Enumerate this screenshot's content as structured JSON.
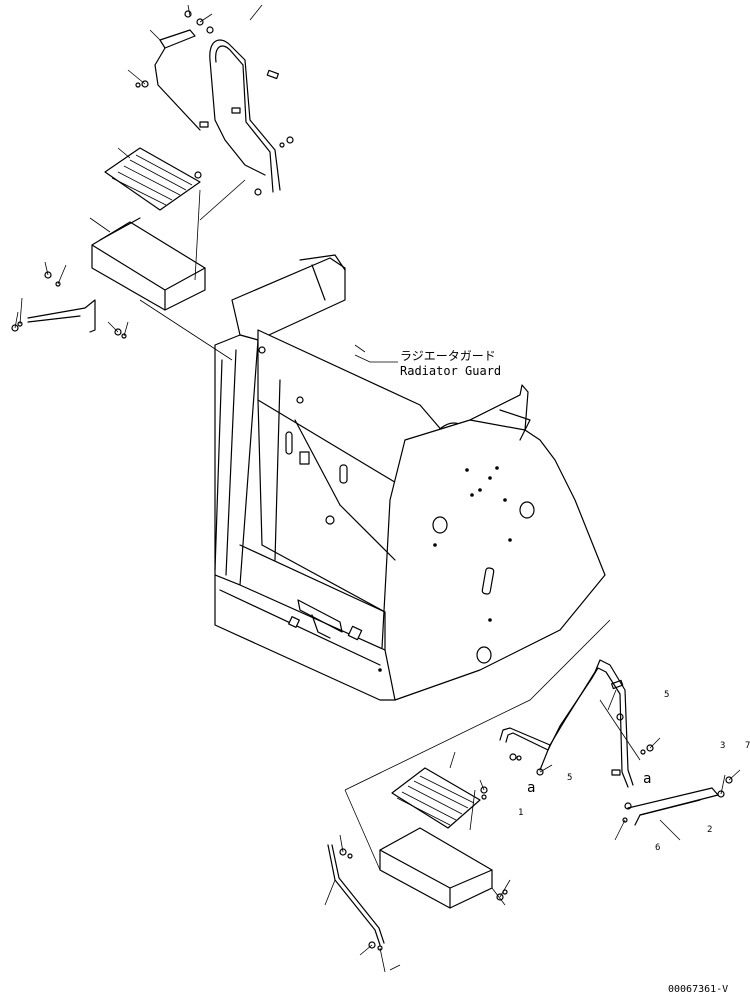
{
  "callout": {
    "jp": "ラジエータガード",
    "en": "Radiator Guard"
  },
  "labels": {
    "a_left": "a",
    "a_right": "a",
    "n1": "1",
    "n5_top": "5",
    "n5_mid": "5",
    "n3": "3",
    "n7": "7",
    "n2": "2",
    "n6": "6"
  },
  "drawing_number": "00067361-V"
}
